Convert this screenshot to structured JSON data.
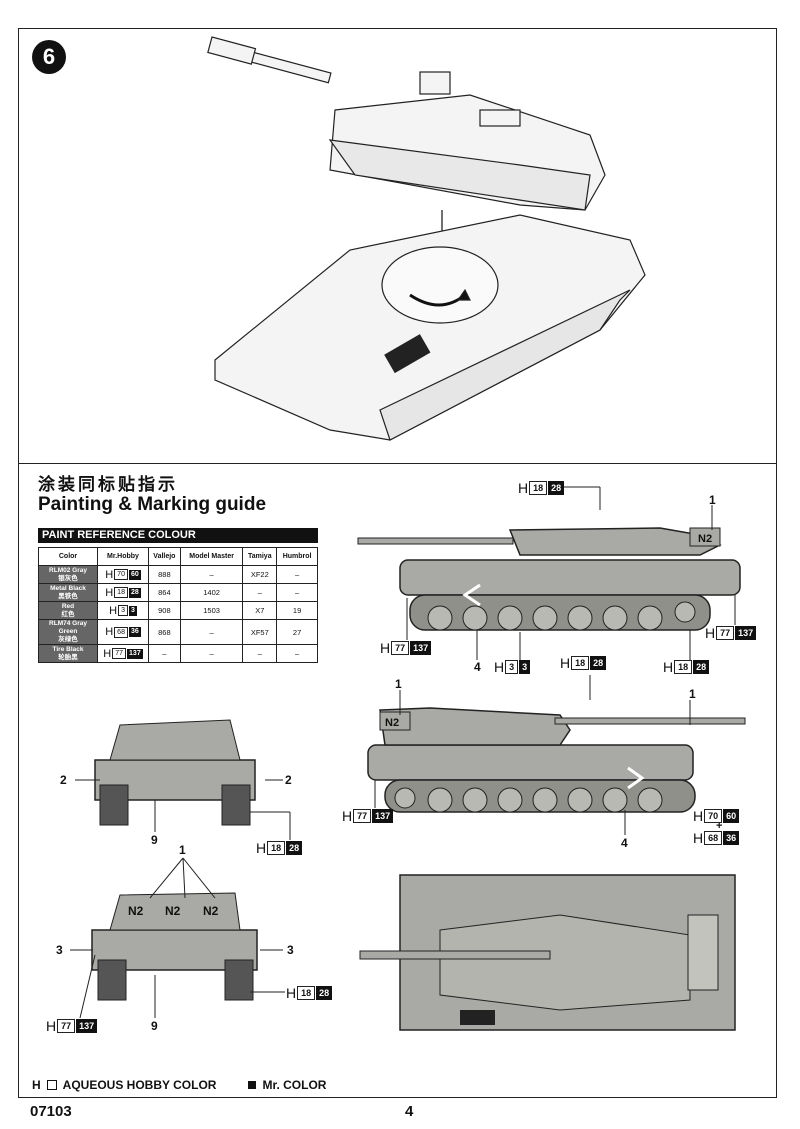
{
  "step_number": "6",
  "guide": {
    "title_cn": "涂装同标贴指示",
    "title_en": "Painting & Marking guide"
  },
  "paint_table": {
    "title": "PAINT  REFERENCE COLOUR",
    "headers": [
      "Color",
      "Mr.Hobby",
      "Vallejo",
      "Model Master",
      "Tamiya",
      "Humbrol"
    ],
    "rows": [
      {
        "color": "RLM02 Gray",
        "color_cn": "银灰色",
        "h": "70",
        "c": "60",
        "vallejo": "888",
        "model_master": "–",
        "tamiya": "XF22",
        "humbrol": "–"
      },
      {
        "color": "Metal Black",
        "color_cn": "黑铁色",
        "h": "18",
        "c": "28",
        "vallejo": "864",
        "model_master": "1402",
        "tamiya": "–",
        "humbrol": "–"
      },
      {
        "color": "Red",
        "color_cn": "红色",
        "h": "3",
        "c": "3",
        "vallejo": "908",
        "model_master": "1503",
        "tamiya": "X7",
        "humbrol": "19"
      },
      {
        "color": "RLM74 Gray Green",
        "color_cn": "灰绿色",
        "h": "68",
        "c": "36",
        "vallejo": "868",
        "model_master": "–",
        "tamiya": "XF57",
        "humbrol": "27"
      },
      {
        "color": "Tire Black",
        "color_cn": "轮胎黑",
        "h": "77",
        "c": "137",
        "vallejo": "–",
        "model_master": "–",
        "tamiya": "–",
        "humbrol": "–"
      }
    ]
  },
  "h_prefix": "H",
  "callouts": [
    {
      "id": "top-gun",
      "w": "18",
      "b": "28"
    },
    {
      "id": "side1-track-left",
      "w": "77",
      "b": "137"
    },
    {
      "id": "side1-red",
      "w": "3",
      "b": "3"
    },
    {
      "id": "side1-black",
      "w": "18",
      "b": "28"
    },
    {
      "id": "side1-track-right",
      "w": "77",
      "b": "137"
    },
    {
      "id": "side1-skirt",
      "w": "18",
      "b": "28"
    },
    {
      "id": "side2-track",
      "w": "77",
      "b": "137"
    },
    {
      "id": "side2-gray",
      "w": "70",
      "b": "60"
    },
    {
      "id": "side2-green",
      "w": "68",
      "b": "36"
    },
    {
      "id": "front-track",
      "w": "18",
      "b": "28"
    },
    {
      "id": "rear-track",
      "w": "18",
      "b": "28"
    },
    {
      "id": "rear-tire",
      "w": "77",
      "b": "137"
    }
  ],
  "plus": "+",
  "marking_numbers": {
    "n1": "1",
    "n2": "2",
    "n3": "3",
    "n4": "4",
    "n9": "9"
  },
  "turret_marking": "N2",
  "rear_markings": [
    "N2",
    "N2",
    "N2"
  ],
  "legend": {
    "aqueous": "AQUEOUS HOBBY COLOR",
    "mr": "Mr. COLOR"
  },
  "product_code": "07103",
  "page_number": "4",
  "colors": {
    "hull": "#a9aaa5",
    "ink": "#111111",
    "black": "#1a1a1a"
  }
}
